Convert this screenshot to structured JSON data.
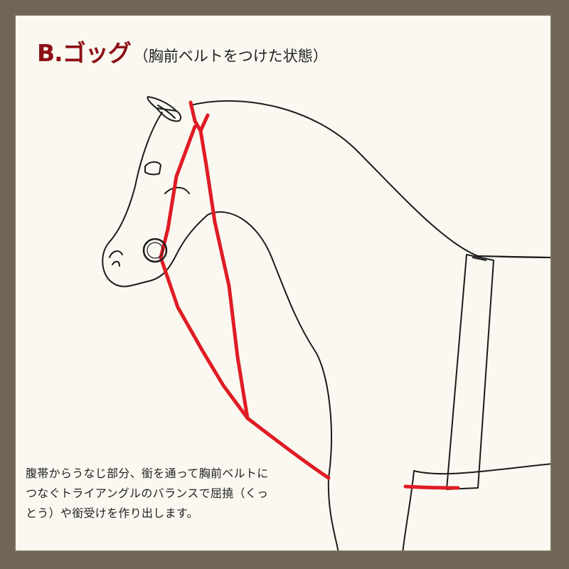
{
  "title": {
    "main": "B.ゴッグ",
    "sub": "（胸前ベルトをつけた状態）"
  },
  "caption": "腹帯からうなじ部分、銜を通って胸前ベルトにつなぐトライアングルのバランスで屈撓（くっとう）や銜受けを作り出します。",
  "colors": {
    "accent": "#8e1016",
    "strap": "#e01b24",
    "frame": "#6f6655",
    "background": "#faf8f0"
  }
}
